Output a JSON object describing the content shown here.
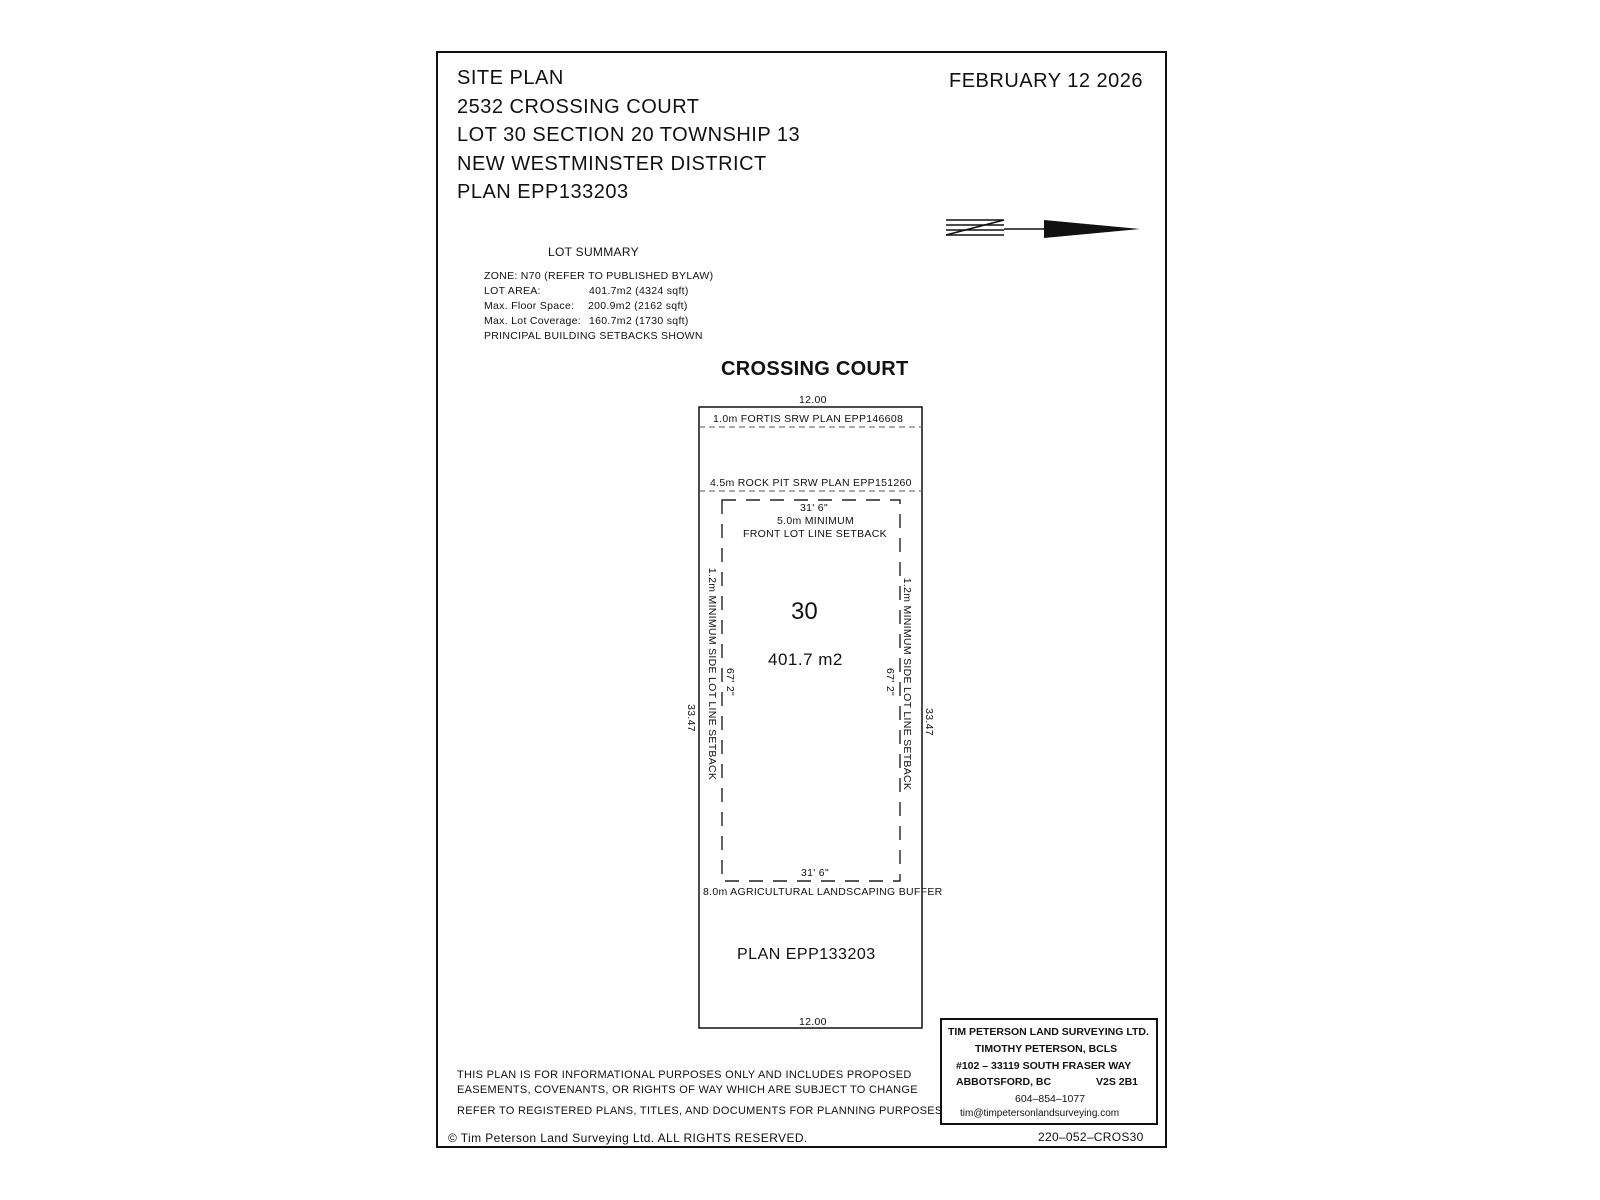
{
  "header": {
    "lines": [
      "SITE PLAN",
      "2532 CROSSING COURT",
      "LOT 30 SECTION 20 TOWNSHIP 13",
      "NEW WESTMINSTER DISTRICT",
      "PLAN EPP133203"
    ],
    "date": "FEBRUARY 12 2026"
  },
  "lot_summary": {
    "heading": "LOT SUMMARY",
    "zone": "ZONE: N70 (REFER TO PUBLISHED BYLAW)",
    "lot_area_label": "LOT AREA:",
    "lot_area_value": "401.7m2 (4324 sqft)",
    "floor_space_label": "Max. Floor Space:",
    "floor_space_value": "200.9m2 (2162 sqft)",
    "coverage_label": "Max. Lot Coverage:",
    "coverage_value": "160.7m2 (1730 sqft)",
    "setbacks_note": "PRINCIPAL BUILDING SETBACKS SHOWN"
  },
  "plan": {
    "street": "CROSSING COURT",
    "top_dim": "12.00",
    "bottom_dim": "12.00",
    "left_dim": "33.47",
    "right_dim": "33.47",
    "fortis_srw": "1.0m FORTIS SRW PLAN EPP146608",
    "rock_pit_srw": "4.5m ROCK PIT SRW PLAN EPP151260",
    "envelope_width_top": "31' 6\"",
    "front_setback_line1": "5.0m MINIMUM",
    "front_setback_line2": "FRONT LOT LINE SETBACK",
    "lot_number": "30",
    "lot_area": "401.7 m2",
    "side_setback": "1.2m MINIMUM SIDE LOT LINE SETBACK",
    "envelope_depth": "67' 2\"",
    "envelope_width_bottom": "31' 6\"",
    "ag_buffer": "8.0m AGRICULTURAL LANDSCAPING BUFFER",
    "plan_label": "PLAN EPP133203"
  },
  "notes": {
    "line1": "THIS PLAN IS FOR INFORMATIONAL PURPOSES ONLY AND INCLUDES PROPOSED",
    "line2": "EASEMENTS, COVENANTS, OR RIGHTS OF WAY WHICH ARE SUBJECT TO CHANGE",
    "line3": "REFER TO REGISTERED PLANS, TITLES, AND DOCUMENTS FOR PLANNING PURPOSES",
    "copyright": "© Tim Peterson Land Surveying Ltd.  ALL RIGHTS RESERVED."
  },
  "title_block": {
    "company": "TIM PETERSON LAND SURVEYING LTD.",
    "surveyor": "TIMOTHY PETERSON, BCLS",
    "address": "#102 – 33119 SOUTH FRASER WAY",
    "city": "ABBOTSFORD, BC",
    "postal": "V2S 2B1",
    "phone": "604–854–1077",
    "email": "tim@timpetersonlandsurveying.com",
    "file_no": "220–052–CROS30"
  },
  "north_arrow": {
    "icon": "north-arrow-icon"
  }
}
